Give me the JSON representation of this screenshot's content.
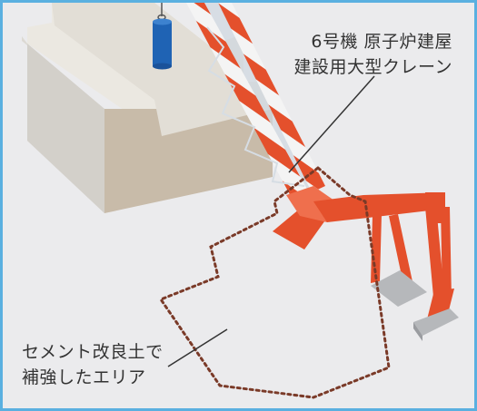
{
  "labels": {
    "crane_line1": "6号機 原子炉建屋",
    "crane_line2": "建設用大型クレーン",
    "cement_line1": "セメント改良土で",
    "cement_line2": "補強したエリア"
  },
  "colors": {
    "frame": "#5ab0e0",
    "background": "#ebebed",
    "crane_red": "#e4502c",
    "cylinder_blue": "#1f63b4",
    "dotted_area": "#7a3a28",
    "building_top": "#ebe8e1",
    "building_front": "#c8bba9",
    "building_side": "#cfccc6",
    "text": "#333333"
  }
}
